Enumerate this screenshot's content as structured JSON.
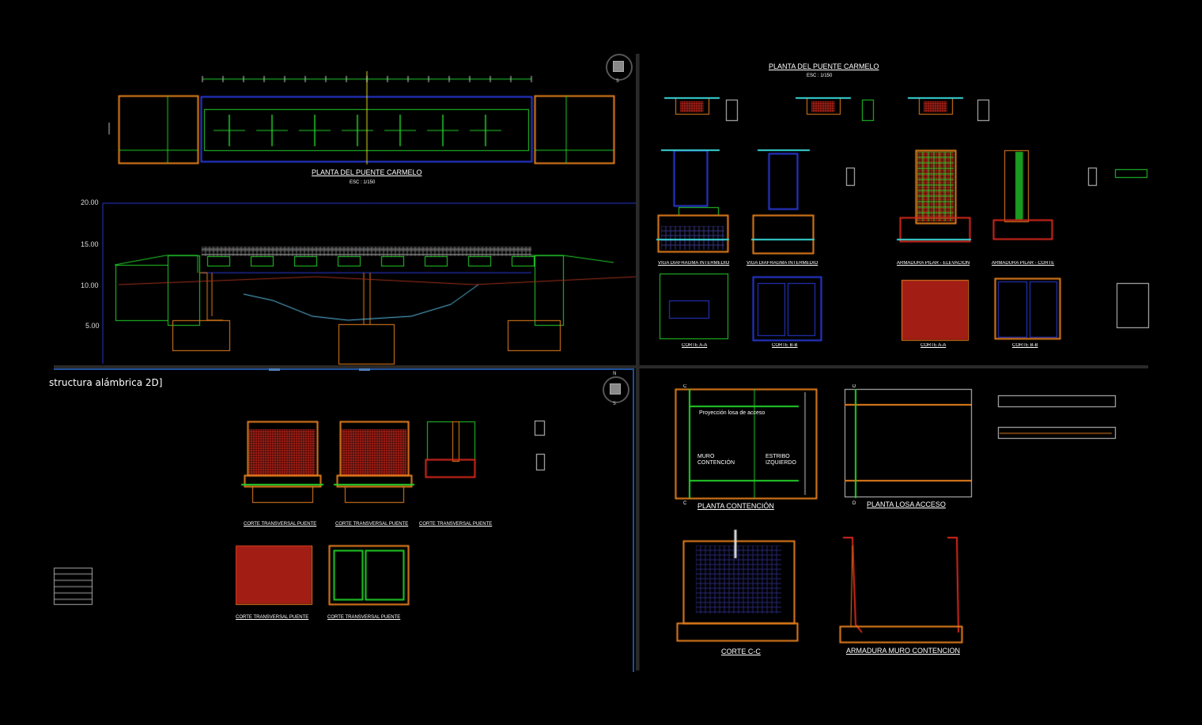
{
  "viewport": {
    "title": "structura alámbrica 2D]",
    "viewcube_letters": {
      "n": "N",
      "s": "S"
    }
  },
  "sheet_tl": {
    "plan_title": "PLANTA DEL PUENTE CARMELO",
    "plan_scale": "ESC : 1/150",
    "elev_ticks": [
      "20.00",
      "15.00",
      "10.00",
      "5.00"
    ]
  },
  "sheet_tr": {
    "title": "PLANTA DEL PUENTE CARMELO",
    "scale": "ESC : 1/150",
    "labels": [
      "VIGA DIAFRAGMA INTERMEDIO",
      "VIGA DIAFRAGMA INTERMEDIO",
      "ARMADURA PILAR - ELEVACION",
      "ARMADURA PILAR - CORTE",
      "CORTE A-A",
      "CORTE B-B",
      "CORTE A-A",
      "CORTE B-B"
    ]
  },
  "sheet_bl": {
    "labels": [
      "CORTE TRANSVERSAL PUENTE",
      "CORTE TRANSVERSAL PUENTE",
      "CORTE TRANSVERSAL PUENTE",
      "CORTE TRANSVERSAL PUENTE",
      "CORTE TRANSVERSAL PUENTE"
    ]
  },
  "sheet_br": {
    "planta_contencion": "PLANTA CONTENCIÓN",
    "planta_losa": "PLANTA LOSA ACCESO",
    "corte_cc": "CORTE C-C",
    "armadura_muro": "ARMADURA MURO CONTENCION",
    "proyeccion": "Proyección losa de acceso",
    "muro": "MURO",
    "contencion": "CONTENCIÓN",
    "estribo": "ESTRIBO",
    "izquierdo": "IZQUIERDO",
    "section_c": "C",
    "section_d": "D"
  },
  "colors": {
    "background": "#000000",
    "green": "#23d12a",
    "orange": "#e8801c",
    "red": "#d8281c",
    "blue": "#2a3ad8",
    "cyan": "#3ad8d8",
    "yellow": "#e8e020",
    "accent": "#1f4f9a"
  }
}
